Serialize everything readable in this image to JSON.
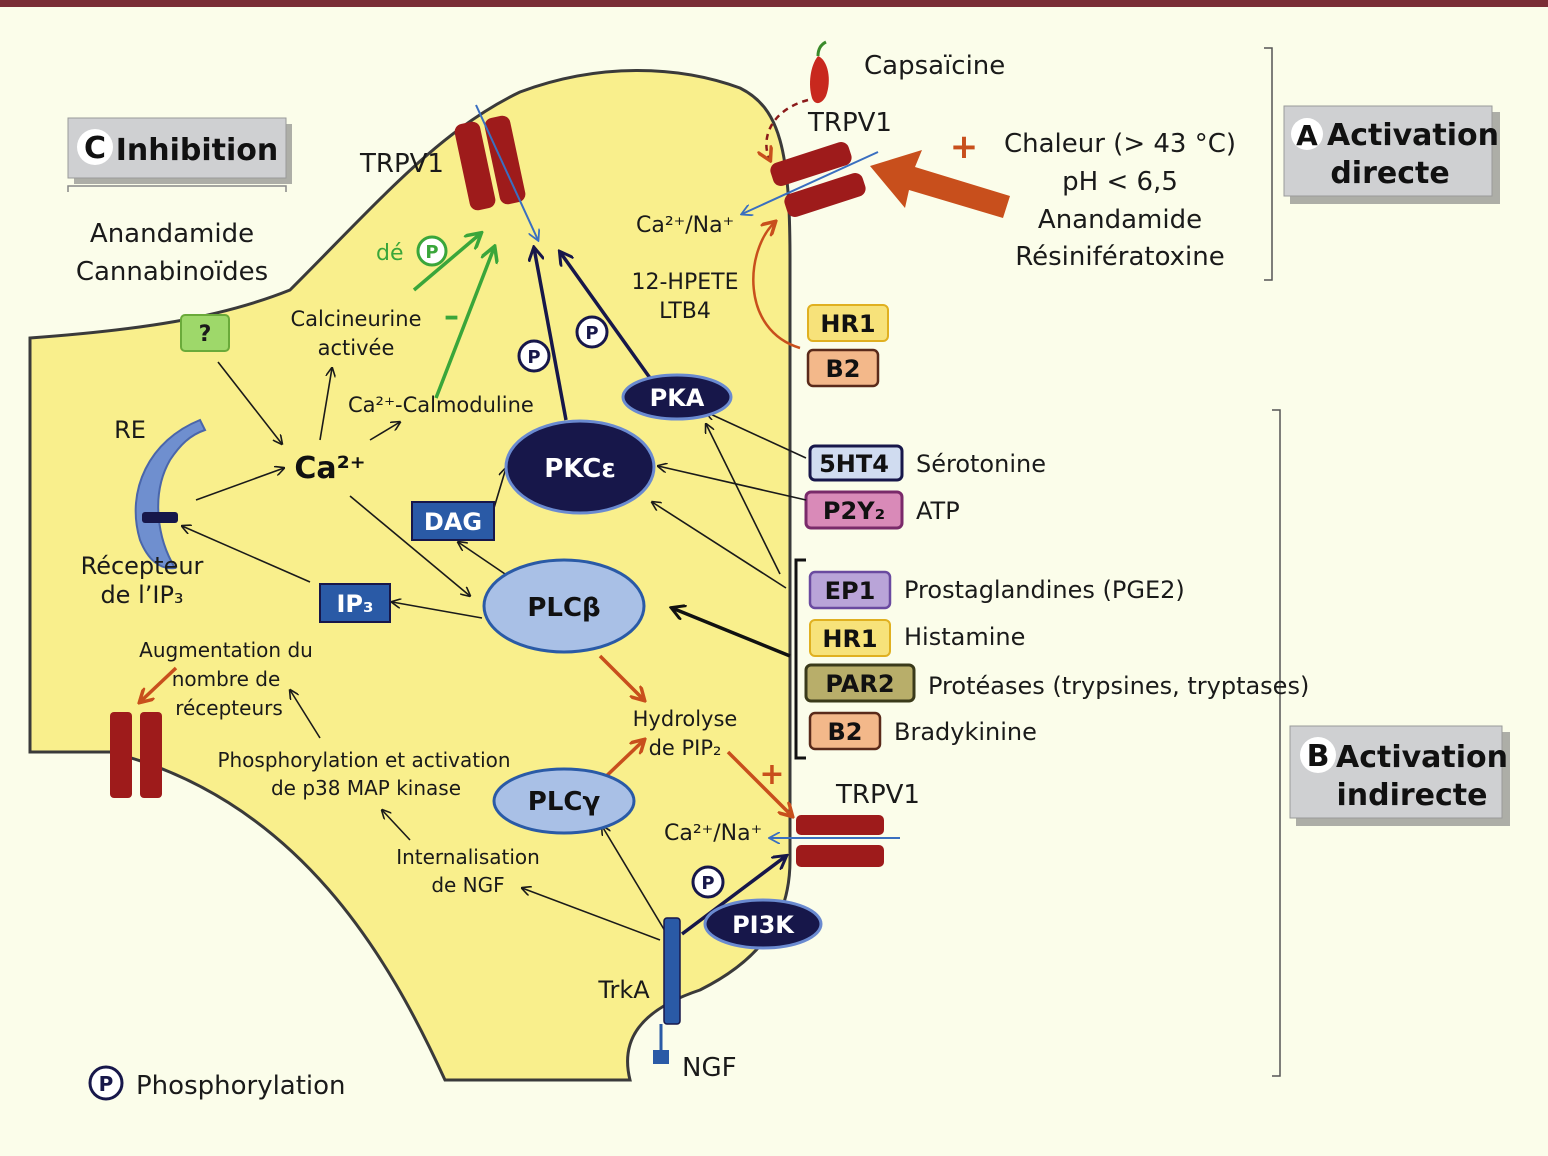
{
  "colors": {
    "background": "#fbfdea",
    "cell": "#f9ef8c",
    "channel": "#9e1b1b",
    "green": "#3aa63a",
    "orange": "#c84f1c",
    "navy": "#17174a",
    "plc": "#a9c0e6",
    "blue_box": "#2a5aa6"
  },
  "panels": {
    "direct": {
      "letter": "A",
      "line1": "Activation",
      "line2": "directe"
    },
    "indirect": {
      "letter": "B",
      "line1": "Activation",
      "line2": "indirecte"
    },
    "inhibition": {
      "letter": "C",
      "line1": "Inhibition"
    }
  },
  "inhibitors": {
    "line1": "Anandamide",
    "line2": "Cannabinoïdes"
  },
  "unknown_receptor": "?",
  "direct_stimuli": {
    "capsaicin": "Capsaïcine",
    "heat": "Chaleur (> 43 °C)",
    "ph": "pH < 6,5",
    "anandamide": "Anandamide",
    "resiniferatoxin": "Résinifératoxine",
    "plus": "+"
  },
  "trpv1": {
    "top": "TRPV1",
    "right": "TRPV1",
    "bottom": "TRPV1"
  },
  "ions": {
    "top": "Ca²⁺/Na⁺",
    "bottom": "Ca²⁺/Na⁺"
  },
  "lipids": {
    "line1": "12-HPETE",
    "line2": "LTB4"
  },
  "receptors": {
    "hr1_top": "HR1",
    "b2_top": "B2",
    "ht4": "5HT4",
    "p2y2": "P2Y₂",
    "ep1": "EP1",
    "hr1": "HR1",
    "par2": "PAR2",
    "b2": "B2"
  },
  "ligands": {
    "serotonin": "Sérotonine",
    "atp": "ATP",
    "prostaglandins": "Prostaglandines (PGE2)",
    "histamine": "Histamine",
    "proteases": "Protéases (trypsines, tryptases)",
    "bradykinin": "Bradykinine"
  },
  "nodes": {
    "pka": "PKA",
    "pkce": "PKCε",
    "dag": "DAG",
    "plcb": "PLCβ",
    "ip3": "IP₃",
    "plcg": "PLCγ",
    "pi3k": "PI3K",
    "ca": "Ca²⁺",
    "re": "RE",
    "ip3r_line1": "Récepteur",
    "ip3r_line2": "de l’IP₃",
    "trka": "TrkA",
    "ngf": "NGF"
  },
  "labels": {
    "calcineurin1": "Calcineurine",
    "calcineurin2": "activée",
    "calmodulin": "Ca²⁺-Calmoduline",
    "de": "dé",
    "minus": "–",
    "hydrolyse1": "Hydrolyse",
    "hydrolyse2": "de PIP₂",
    "increase1": "Augmentation du",
    "increase2": "nombre de",
    "increase3": "récepteurs",
    "p38_1": "Phosphorylation et activation",
    "p38_2": "de p38 MAP kinase",
    "intern1": "Internalisation",
    "intern2": "de NGF",
    "plus_bottom": "+"
  },
  "legend": {
    "symbol": "P",
    "text": "Phosphorylation"
  }
}
